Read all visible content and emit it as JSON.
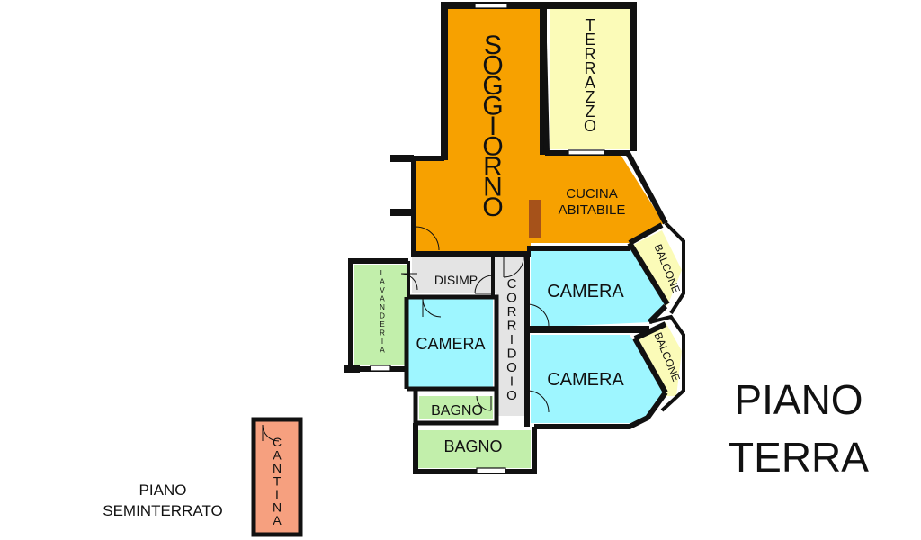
{
  "colors": {
    "wall": "#111111",
    "living": "#f7a100",
    "terrace": "#fbfbb8",
    "bedroom": "#9ef6ff",
    "service": "#c2efab",
    "hall": "#e4e4e4",
    "cellar": "#f6a07f",
    "chimney": "#a6521a"
  },
  "rooms": {
    "soggiorno": "SOGGIORNO",
    "terrazzo": "TERRAZZO",
    "cucina_line1": "CUCINA",
    "cucina_line2": "ABITABILE",
    "disimpegno": "DISIMP.",
    "corridoio": "CORRIDOIO",
    "lavanderia": "LAVANDERIA",
    "camera_small": "CAMERA",
    "camera_top": "CAMERA",
    "camera_bottom": "CAMERA",
    "balcone_top": "BALCONE",
    "balcone_bottom": "BALCONE",
    "bagno_small": "BAGNO",
    "bagno_large": "BAGNO",
    "cantina": "CANTINA"
  },
  "floors": {
    "ground_line1": "PIANO",
    "ground_line2": "TERRA",
    "basement_line1": "PIANO",
    "basement_line2": "SEMINTERRATO"
  }
}
